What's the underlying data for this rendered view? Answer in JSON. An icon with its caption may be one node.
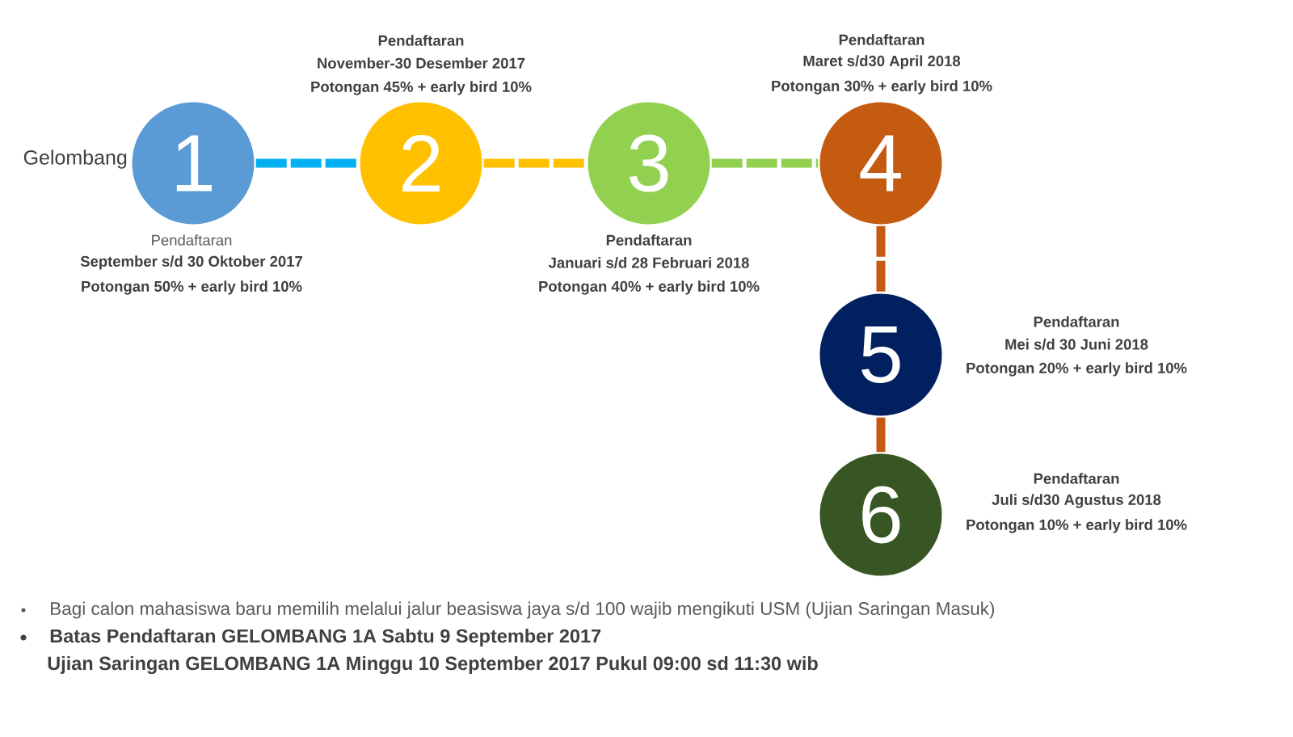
{
  "diagram": {
    "nodes": [
      {
        "text": [
          "1"
        ],
        "beside": [
          "Pendaftaran",
          "September s/d 30 Oktober 2017",
          "Potongan 50% + early bird 10%"
        ]
      },
      {
        "text": [
          "2"
        ],
        "beside": [
          "Pendaftaran",
          "November-30 Desember 2017",
          "Potongan 45% + early bird 10%"
        ]
      },
      {
        "text": [
          "3"
        ],
        "beside": [
          "Pendaftaran",
          "Januari s/d 28 Februari 2018",
          "Potongan 40% + early bird 10%"
        ]
      },
      {
        "text": [
          "4"
        ],
        "beside": [
          "Pendaftaran",
          "Maret s/d30 April 2018",
          "Potongan 30% + early bird 10%"
        ]
      },
      {
        "text": [
          "5"
        ],
        "beside": [
          "Pendaftaran",
          "Mei s/d 30 Juni 2018",
          "Potongan 20% + early bird 10%"
        ]
      },
      {
        "text": [
          "6"
        ],
        "beside": [
          "Pendaftaran",
          "Juli s/d30 Agustus 2018",
          "Potongan 10% + early bird 10%"
        ]
      }
    ],
    "edges": [
      {
        "from": 0,
        "to": 1,
        "arrow": "none",
        "style": "dashed",
        "color": "#00b0f0"
      },
      {
        "from": 1,
        "to": 2,
        "arrow": "none",
        "style": "dashed",
        "color": "#ffc000"
      },
      {
        "from": 2,
        "to": 3,
        "arrow": "none",
        "style": "dashed",
        "color": "#92d050"
      },
      {
        "from": 3,
        "to": 4,
        "arrow": "none",
        "style": "dashed",
        "color": "#c55a11"
      },
      {
        "from": 4,
        "to": 5,
        "arrow": "none",
        "color": "#c55a11"
      }
    ],
    "labels": [
      "Gelombang",
      "Bagi calon mahasiswa baru memilih melalui jalur beasiswa jaya s/d 100 wajib mengikuti USM (Ujian Saringan Masuk)",
      "Batas Pendaftaran GELOMBANG 1A Sabtu 9 September 2017",
      "Ujian Saringan GELOMBANG 1A Minggu 10 September 2017 Pukul 09:00 sd 11:30 wib"
    ]
  }
}
